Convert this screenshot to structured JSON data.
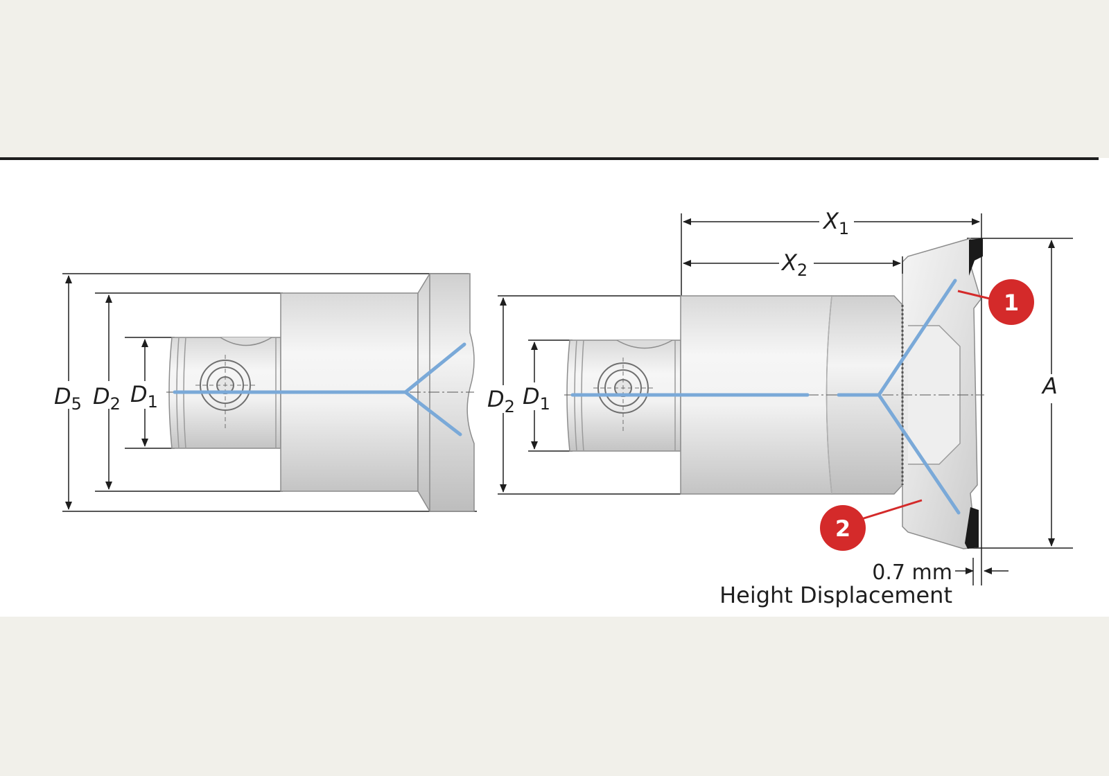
{
  "diagram": {
    "left_tool": {
      "labels": {
        "d5": {
          "main": "D",
          "sub": "5"
        },
        "d2": {
          "main": "D",
          "sub": "2"
        },
        "d1": {
          "main": "D",
          "sub": "1"
        }
      }
    },
    "right_tool": {
      "labels": {
        "d2": {
          "main": "D",
          "sub": "2"
        },
        "d1": {
          "main": "D",
          "sub": "1"
        },
        "x1": {
          "main": "X",
          "sub": "1"
        },
        "x2": {
          "main": "X",
          "sub": "2"
        },
        "a": "A"
      },
      "height_value": "0.7 mm",
      "height_caption": "Height Displacement",
      "callouts": [
        "1",
        "2"
      ]
    }
  },
  "colors": {
    "page_background": "#f1f0ea",
    "panel_background": "#ffffff",
    "dimension_line": "#1e1e1e",
    "coolant_channel": "#7aa9d8",
    "callout_badge": "#d42a2a",
    "insert": "#1a1a1a"
  }
}
